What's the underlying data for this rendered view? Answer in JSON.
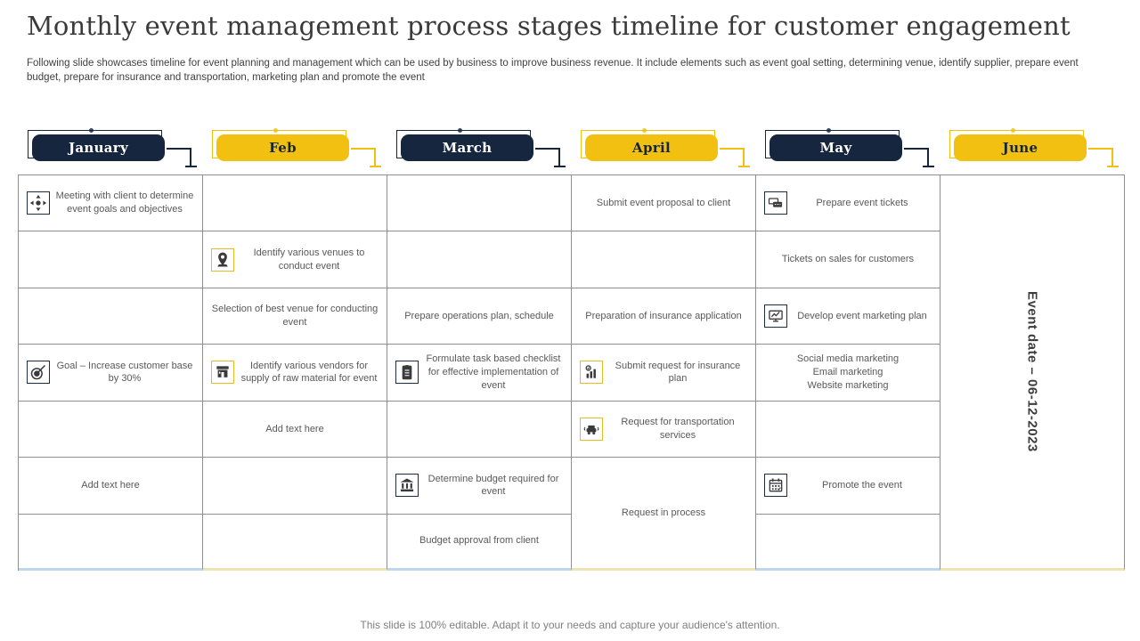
{
  "title": "Monthly event management process stages timeline for customer engagement",
  "subtitle": "Following slide showcases timeline for event planning and management which can be used by business to improve business revenue. It include elements such as event goal setting, determining venue, identify supplier, prepare event budget, prepare for insurance and transportation, marketing plan and promote the event",
  "footer": "This slide is 100% editable. Adapt it to your needs and capture your audience's attention.",
  "colors": {
    "navy": "#16263f",
    "yellow": "#f2c011",
    "grid_line": "#8f8f8f",
    "cell_text": "#595959",
    "footer_blue": "#bdd7ee",
    "footer_cream": "#ede3b5"
  },
  "months": [
    {
      "label": "January",
      "theme": "navy"
    },
    {
      "label": "Feb",
      "theme": "yellow"
    },
    {
      "label": "March",
      "theme": "navy"
    },
    {
      "label": "April",
      "theme": "yellow"
    },
    {
      "label": "May",
      "theme": "navy"
    },
    {
      "label": "June",
      "theme": "yellow"
    }
  ],
  "cells": {
    "jan_meeting": "Meeting with client to determine event goals and objectives",
    "jan_goal": "Goal – Increase customer base by 30%",
    "jan_add_text": "Add text here",
    "feb_venues": "Identify various venues to conduct event",
    "feb_selection": "Selection of best venue for conducting event",
    "feb_vendors": "Identify various vendors for supply of raw material for event",
    "feb_add_text": "Add text here",
    "mar_operations": "Prepare operations plan, schedule",
    "mar_checklist": "Formulate task based checklist for effective implementation of event",
    "mar_budget": "Determine  budget required for event",
    "mar_approval": "Budget approval from client",
    "apr_proposal": "Submit event proposal to client",
    "apr_insurance_prep": "Preparation of insurance application",
    "apr_insurance_request": "Submit request for insurance plan",
    "apr_transport": "Request for transportation services",
    "apr_in_process": "Request in process",
    "may_tickets": "Prepare event tickets",
    "may_sales": "Tickets on sales for customers",
    "may_marketing_plan": "Develop event marketing plan",
    "may_marketing_channels": "Social media marketing\nEmail marketing\nWebsite marketing",
    "may_promote": "Promote the event",
    "june_event_date": "Event date – 06-12-2023"
  }
}
